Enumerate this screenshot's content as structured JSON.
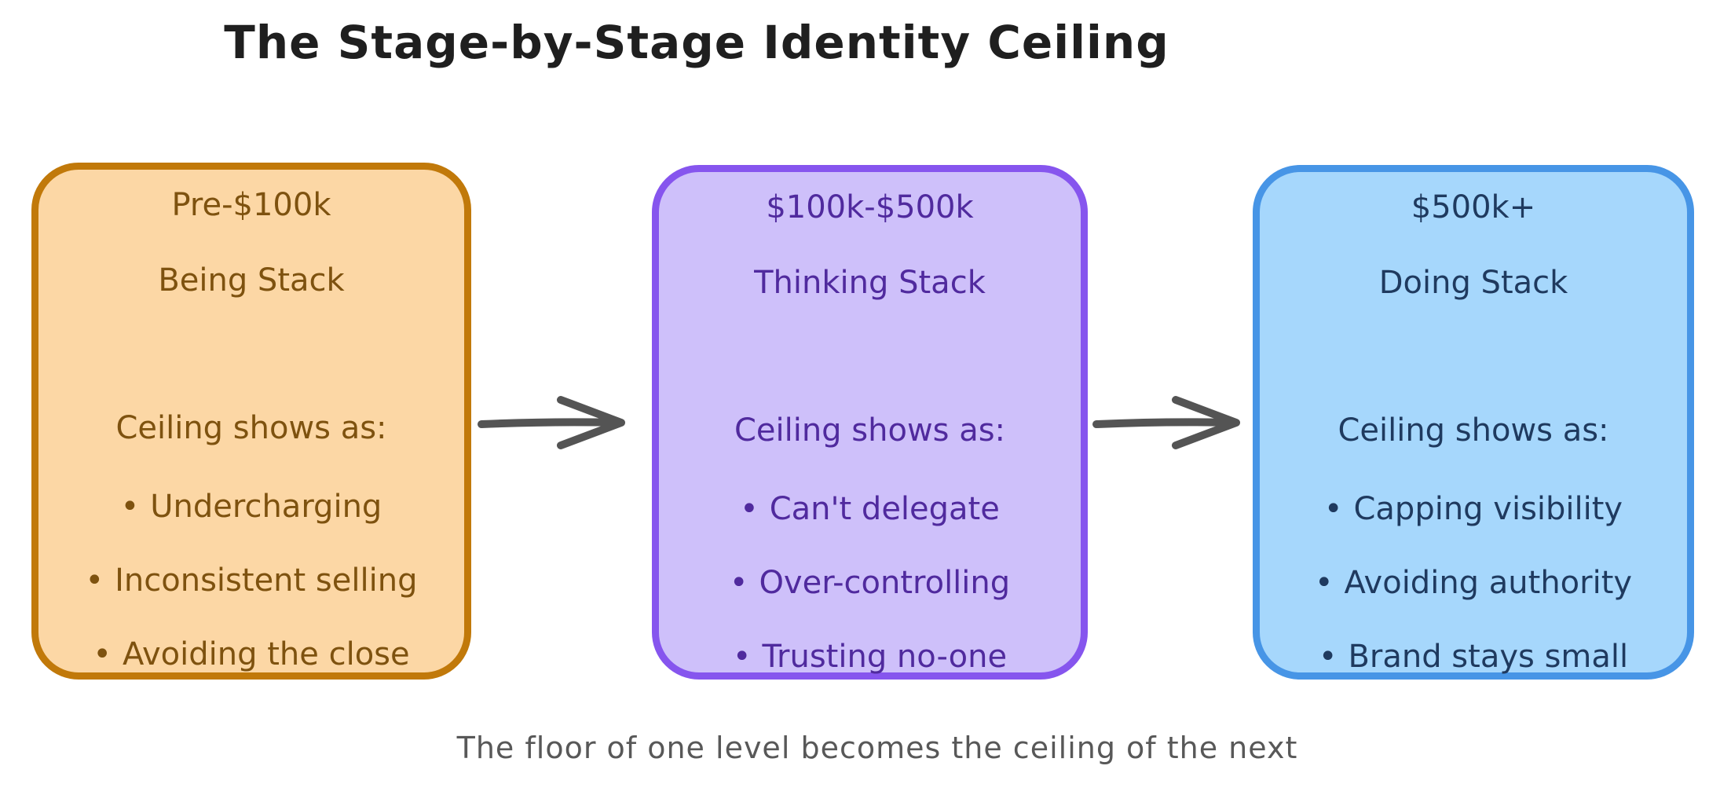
{
  "title": "The Stage-by-Stage Identity Ceiling",
  "footer": "The floor of one level becomes the ceiling of the next",
  "bullet_char": "•",
  "stages": [
    {
      "range": "Pre-$100k",
      "stack": "Being Stack",
      "ceiling_label": "Ceiling shows as:",
      "items": [
        "Undercharging",
        "Inconsistent selling",
        "Avoiding the close"
      ],
      "fill": "#fcd7a5",
      "border": "#c1790a",
      "text": "#7e520f"
    },
    {
      "range": "$100k-$500k",
      "stack": "Thinking Stack",
      "ceiling_label": "Ceiling shows as:",
      "items": [
        "Can't delegate",
        "Over-controlling",
        "Trusting no-one"
      ],
      "fill": "#cec0fa",
      "border": "#8655ee",
      "text": "#502a9e"
    },
    {
      "range": "$500k+",
      "stack": "Doing Stack",
      "ceiling_label": "Ceiling shows as:",
      "items": [
        "Capping visibility",
        "Avoiding authority",
        "Brand stays small"
      ],
      "fill": "#a6d7fc",
      "border": "#4795e6",
      "text": "#1f3a5f"
    }
  ],
  "arrow_color": "#545454",
  "title_color": "#1f1f1f",
  "footer_color": "#585858"
}
